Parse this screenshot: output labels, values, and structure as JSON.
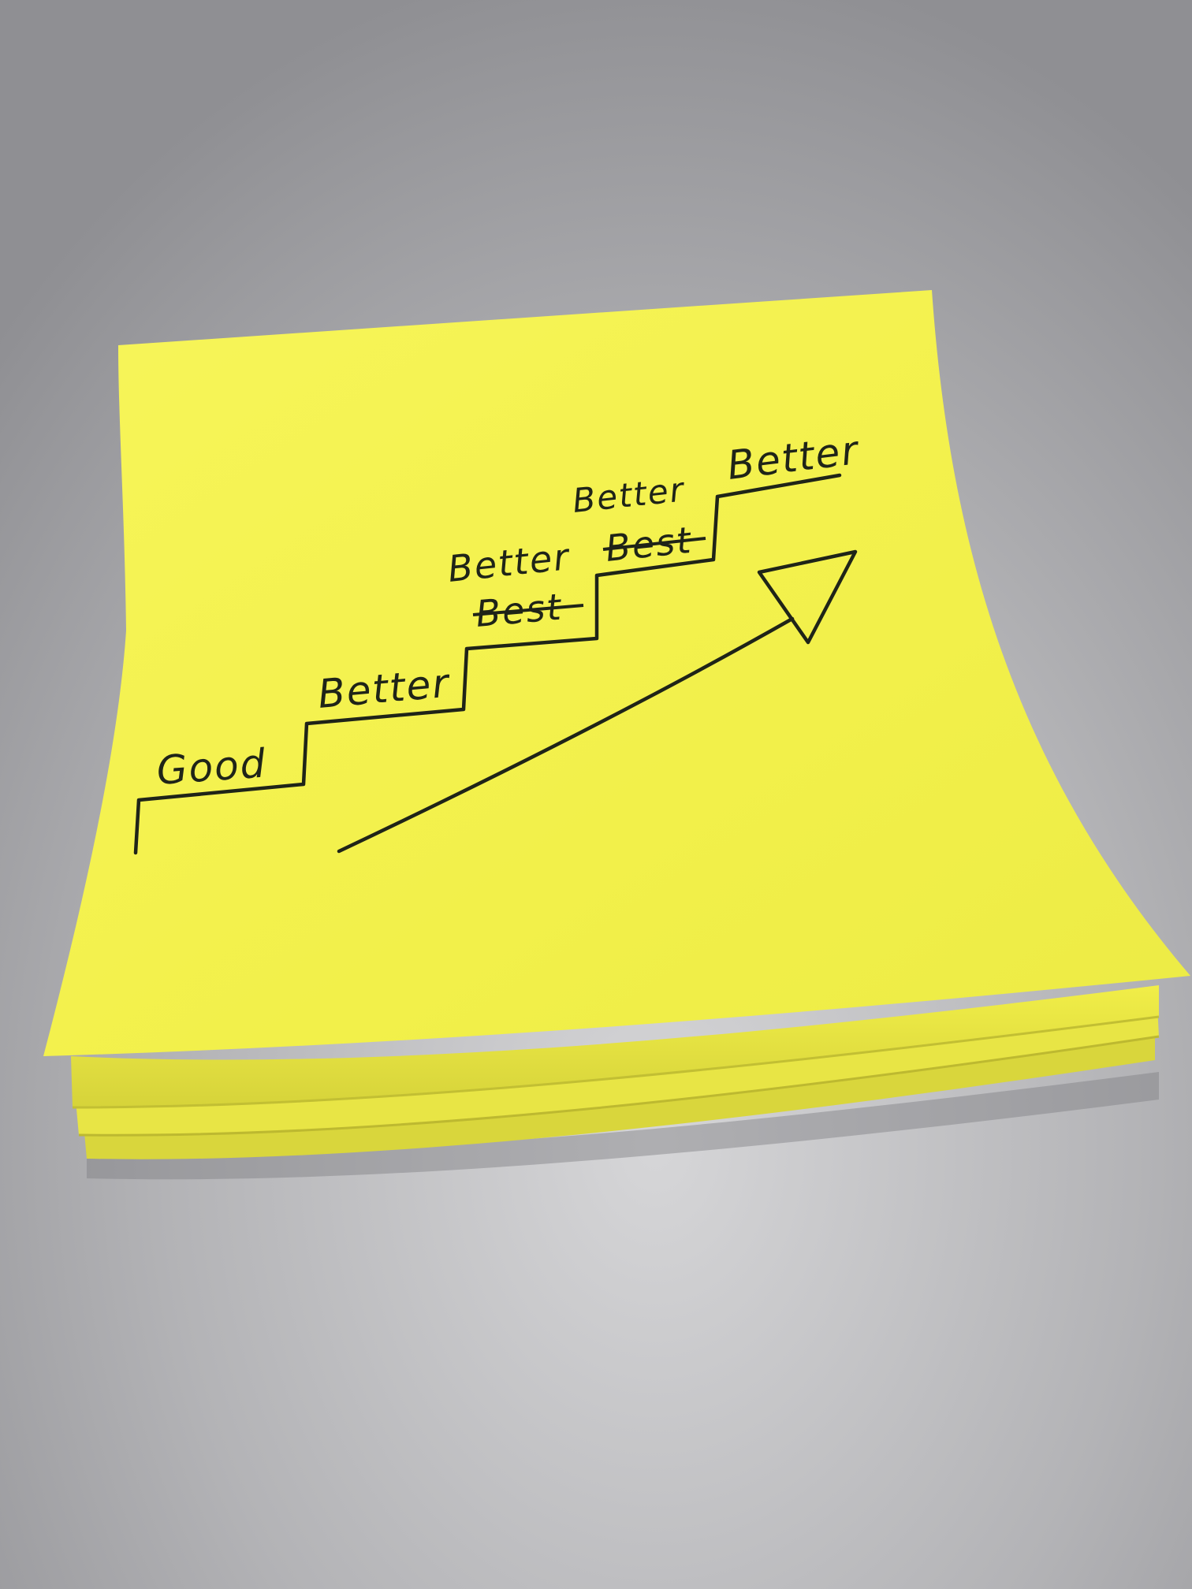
{
  "note": {
    "paper_color": "#f4f24a",
    "paper_shadow_color": "#d8d43a",
    "ink_color": "#1f2418",
    "surface_color": "#a9a9ab"
  },
  "steps": [
    {
      "label": "Good",
      "crossed_label": ""
    },
    {
      "label": "Better",
      "crossed_label": ""
    },
    {
      "label": "Better",
      "crossed_label": "Best"
    },
    {
      "label": "Better",
      "crossed_label": "Best"
    },
    {
      "label": "Better",
      "crossed_label": ""
    }
  ],
  "arrow": {
    "icon": "upward-arrow-icon"
  }
}
